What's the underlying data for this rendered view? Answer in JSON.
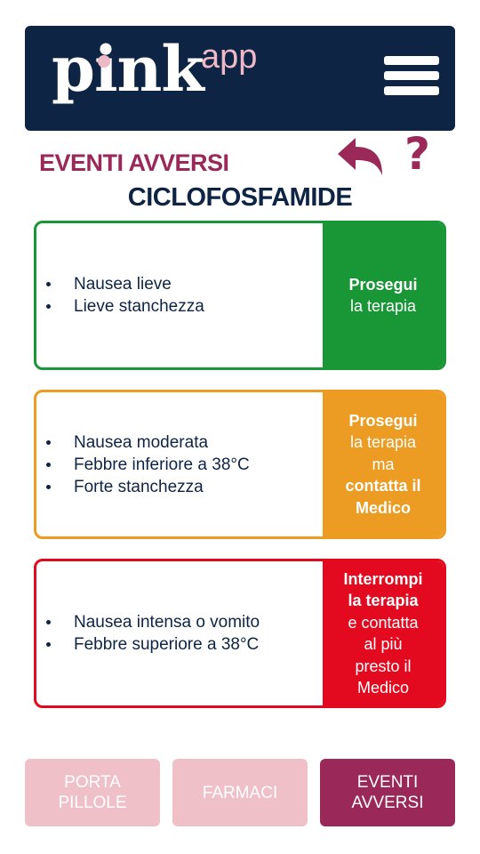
{
  "header": {
    "logo_main": "pink",
    "logo_sub": "app",
    "menu_icon": "hamburger-menu-icon"
  },
  "colors": {
    "brand_navy": "#0e2444",
    "brand_magenta": "#9a2859",
    "brand_pink": "#efb8c6",
    "green": "#199636",
    "orange": "#ec9c23",
    "red": "#e30a1f"
  },
  "page": {
    "title": "EVENTI AVVERSI",
    "drug": "CICLOFOSFAMIDE",
    "back_icon": "back-arrow-icon",
    "help_icon": "question-mark-icon",
    "help_glyph": "?"
  },
  "cards": [
    {
      "items": [
        "Nausea lieve",
        "Lieve stanchezza"
      ],
      "action": [
        "Prosegui",
        "la terapia"
      ]
    },
    {
      "items": [
        "Nausea moderata",
        "Febbre inferiore a 38°C",
        "Forte stanchezza"
      ],
      "action": [
        "Prosegui",
        "la terapia",
        "ma",
        "contatta il",
        "Medico"
      ]
    },
    {
      "items": [
        "Nausea intensa o vomito",
        "Febbre superiore a 38°C"
      ],
      "action": [
        "Interrompi",
        "la terapia",
        "e contatta",
        "al più",
        "presto il",
        "Medico"
      ]
    }
  ],
  "nav": {
    "porta_pillole": [
      "PORTA",
      "PILLOLE"
    ],
    "farmaci": "FARMACI",
    "eventi_avversi": [
      "EVENTI",
      "AVVERSI"
    ]
  }
}
